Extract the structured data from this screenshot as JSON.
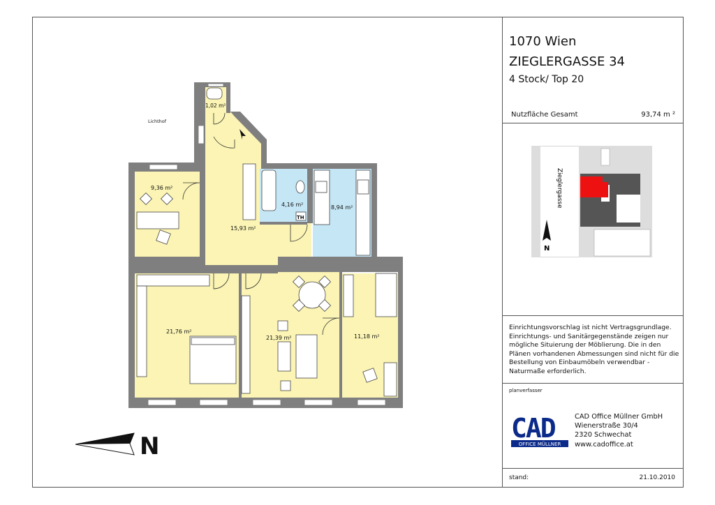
{
  "title_block": {
    "city": "1070 Wien",
    "street": "ZIEGLERGASSE 34",
    "floor": "4 Stock/ Top 20",
    "area_label": "Nutzfläche Gesamt",
    "area_value": "93,74 m ²",
    "disclaimer": "Einrichtungsvorschlag ist nicht Vertragsgrundlage. Einrichtungs- und Sanitärgegenstände zeigen nur mögliche Situierung der Möblierung. Die in den Plänen vorhandenen Abmessungen sind nicht für die Bestellung von Einbaumöbeln verwendbar - Naturmaße erforderlich.",
    "planner_label": "planverfasser",
    "company_name": "CAD Office Müllner GmbH",
    "company_street": "Wienerstraße 30/4",
    "company_city": "2320 Schwechat",
    "company_web": "www.cadoffice.at",
    "stand_label": "stand:",
    "stand_date": "21.10.2010"
  },
  "site_map": {
    "street_label": "Zieglergasse",
    "north_label": "N",
    "highlight_color": "#ee1111"
  },
  "logo": {
    "text": "CAD",
    "subtext": "OFFICE MÜLLNER",
    "color": "#0b2a8a"
  },
  "plan": {
    "lichthof": "Lichthof",
    "north_label": "N",
    "th_label": "TH",
    "rooms": {
      "wc": "1,02 m²",
      "room1": "9,36 m²",
      "hall": "15,93 m²",
      "bath": "4,16 m²",
      "kitchen": "8,94 m²",
      "bedroom": "21,76 m²",
      "living": "21,39 m²",
      "room2": "11,18 m²"
    },
    "colors": {
      "room": "#fbf4b4",
      "wet": "#c5e6f5",
      "wall": "#7f7f7f"
    }
  }
}
